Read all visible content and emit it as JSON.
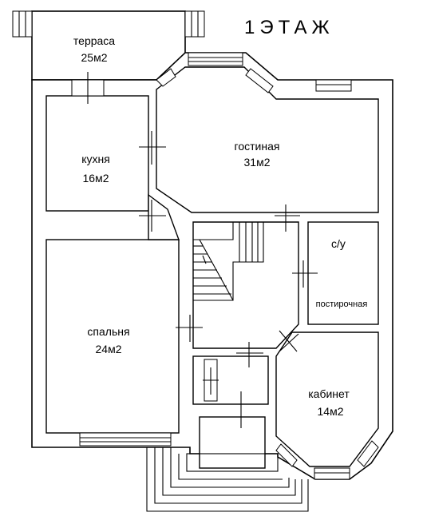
{
  "plan": {
    "title": "1ЭТАЖ",
    "rooms": {
      "terrace": {
        "name": "терраса",
        "area": "25м2"
      },
      "kitchen": {
        "name": "кухня",
        "area": "16м2"
      },
      "living": {
        "name": "гостиная",
        "area": "31м2"
      },
      "bathroom": {
        "name": "с/у"
      },
      "laundry": {
        "name": "постирочная"
      },
      "bedroom": {
        "name": "спальня",
        "area": "24м2"
      },
      "study": {
        "name": "кабинет",
        "area": "14м2"
      }
    }
  }
}
